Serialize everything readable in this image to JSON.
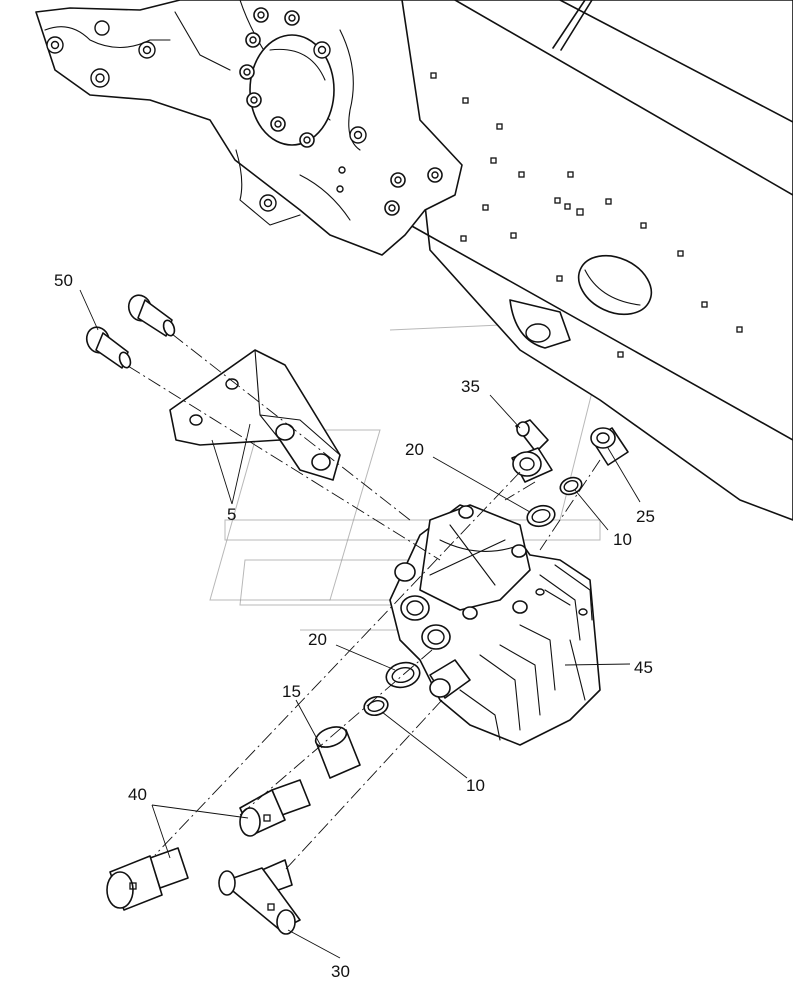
{
  "callouts": {
    "c50": "50",
    "c35": "35",
    "c20a": "20",
    "c25": "25",
    "c10a": "10",
    "c5": "5",
    "c20b": "20",
    "c45": "45",
    "c15": "15",
    "c10b": "10",
    "c40": "40",
    "c30": "30"
  }
}
